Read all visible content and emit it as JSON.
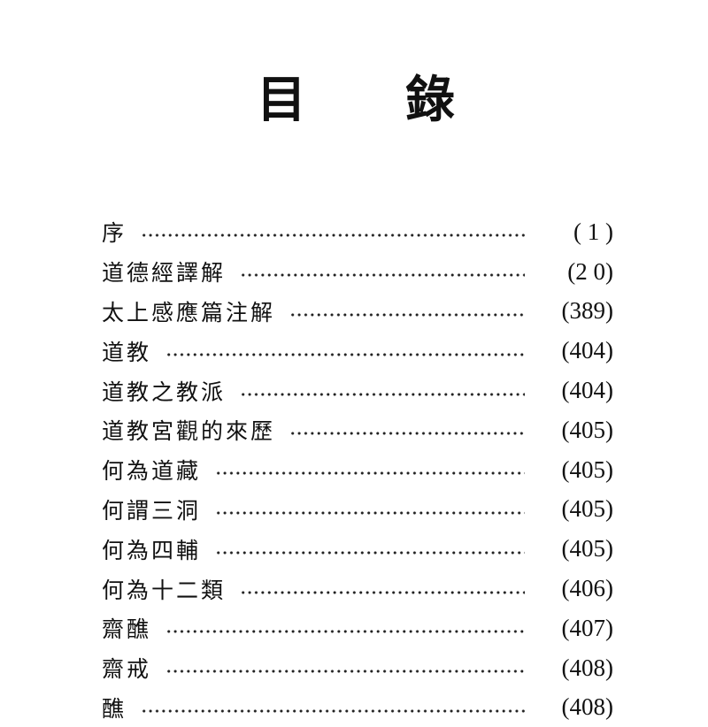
{
  "title": {
    "char1": "目",
    "char2": "錄"
  },
  "entries": [
    {
      "label": "序",
      "page": "( 1 )"
    },
    {
      "label": "道德經譯解",
      "page": "(2 0)"
    },
    {
      "label": "太上感應篇注解",
      "page": "(389)"
    },
    {
      "label": "道教",
      "page": "(404)"
    },
    {
      "label": "道教之教派",
      "page": "(404)"
    },
    {
      "label": "道教宮觀的來歷",
      "page": "(405)"
    },
    {
      "label": "何為道藏",
      "page": "(405)"
    },
    {
      "label": "何謂三洞",
      "page": "(405)"
    },
    {
      "label": "何為四輔",
      "page": "(405)"
    },
    {
      "label": "何為十二類",
      "page": "(406)"
    },
    {
      "label": "齋醮",
      "page": "(407)"
    },
    {
      "label": "齋戒",
      "page": "(408)"
    },
    {
      "label": "醮",
      "page": "(408)"
    }
  ]
}
